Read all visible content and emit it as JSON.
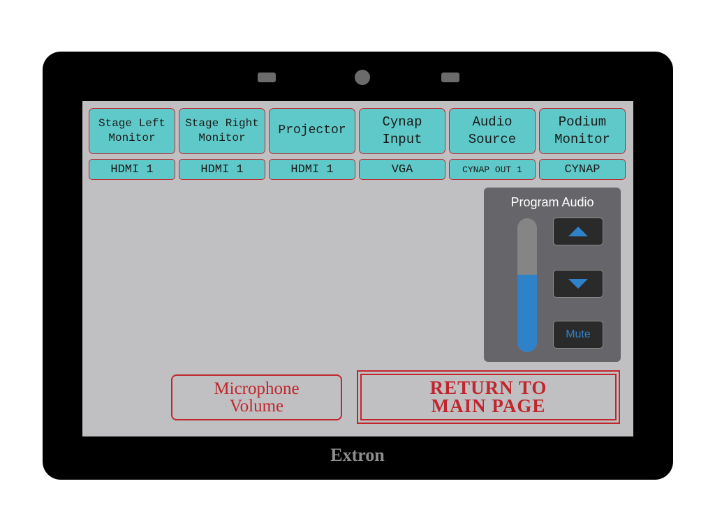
{
  "device": {
    "brand": "Extron"
  },
  "outputs": [
    {
      "label": "Stage Left\nMonitor",
      "source": "HDMI 1"
    },
    {
      "label": "Stage Right\nMonitor",
      "source": "HDMI 1"
    },
    {
      "label": "Projector",
      "source": "HDMI 1"
    },
    {
      "label": "Cynap\nInput",
      "source": "VGA"
    },
    {
      "label": "Audio\nSource",
      "source": "CYNAP OUT 1"
    },
    {
      "label": "Podium\nMonitor",
      "source": "CYNAP"
    }
  ],
  "program_audio": {
    "title": "Program Audio",
    "level": 0.58,
    "up_icon": "triangle-up-icon",
    "down_icon": "triangle-down-icon",
    "mute_label": "Mute"
  },
  "microphone_volume_label": "Microphone\nVolume",
  "return_label": "RETURN TO\nMAIN PAGE",
  "colors": {
    "button_fill": "#5fc9c9",
    "button_border": "#c0272d",
    "screen_bg": "#c0c0c2",
    "accent_blue": "#2f82c8",
    "red_text": "#c0272d"
  }
}
